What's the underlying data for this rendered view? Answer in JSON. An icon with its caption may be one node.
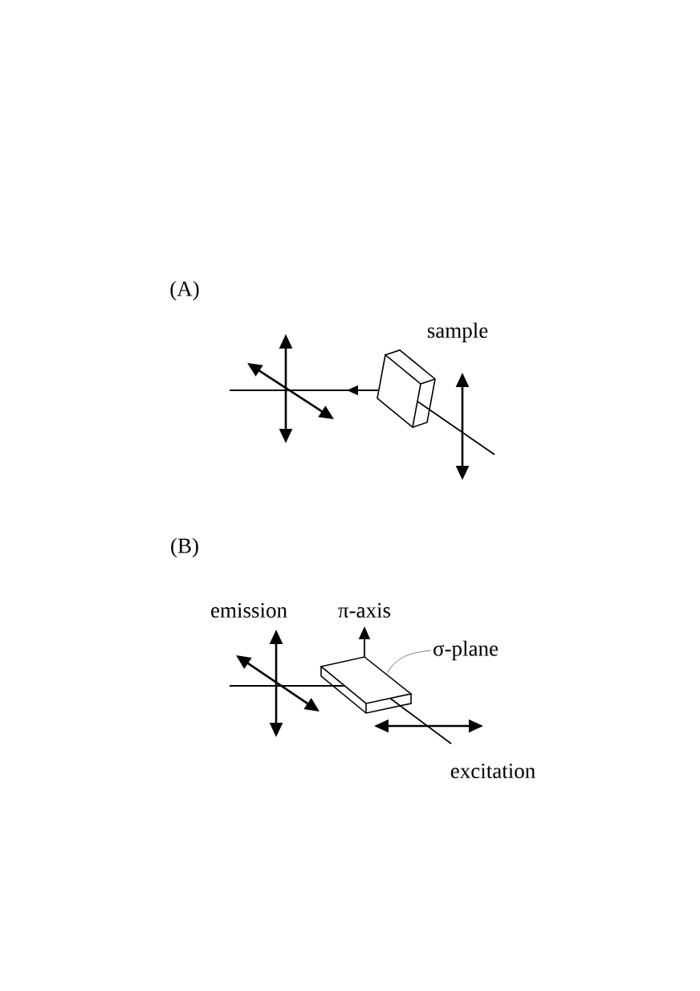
{
  "diagram": {
    "nodes": [
      {
        "text": [
          "σ-plane"
        ]
      },
      {
        "text": [],
        "shape": "box"
      }
    ],
    "edges": [
      {
        "from": 0,
        "to": 1,
        "arrow": "none"
      }
    ],
    "labels": [
      "(A)",
      "sample",
      "(B)",
      "emission",
      "π-axis",
      "excitation"
    ]
  }
}
